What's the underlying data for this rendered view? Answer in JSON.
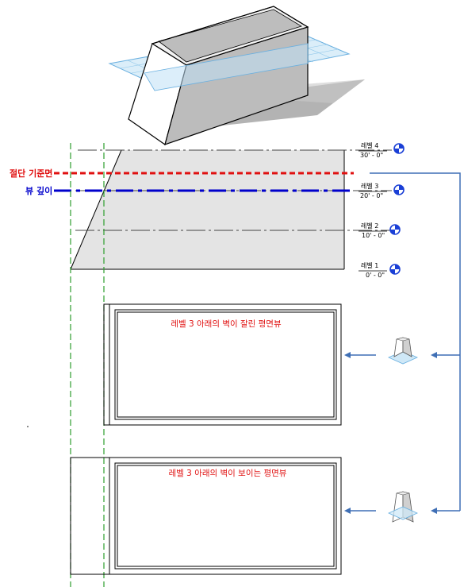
{
  "labels": {
    "cut_plane": "절단 기준면",
    "view_depth": "뷰 깊이"
  },
  "levels": [
    {
      "name": "레벨 4",
      "elevation": "30' - 0\""
    },
    {
      "name": "레벨 3",
      "elevation": "20' - 0\""
    },
    {
      "name": "레벨 2",
      "elevation": "10' - 0\""
    },
    {
      "name": "레벨 1",
      "elevation": "0' - 0\""
    }
  ],
  "plans": {
    "cut_walls": "레벨 3 아래의 벽이 잘린 평면뷰",
    "visible_walls": "레벨 3 아래의 벽이 보이는 평면뷰"
  },
  "colors": {
    "cut_plane": "#e01010",
    "view_depth": "#0000cc",
    "guide": "#2e9e2e",
    "connector": "#3f6fb5",
    "level_marker": "#1a3fd6",
    "section_fill": "#e4e4e4"
  }
}
